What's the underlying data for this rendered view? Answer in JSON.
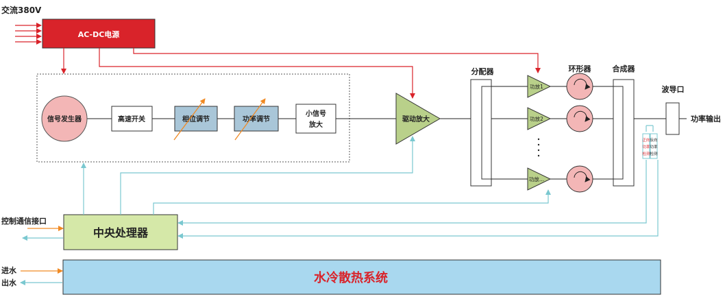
{
  "input": {
    "ac_label": "交流380V",
    "psu_label": "AC-DC电源",
    "comm_label": "控制通信接口",
    "water_in": "进水",
    "water_out": "出水"
  },
  "chain": {
    "signal_generator": "信号发生器",
    "high_speed_switch": "高速开关",
    "phase_adjust": "相位调节",
    "power_adjust": "功率调节",
    "small_signal_amp_line1": "小信号",
    "small_signal_amp_line2": "放大",
    "driver_amp": "驱动放大"
  },
  "rf": {
    "splitter": "分配器",
    "circulator": "环形器",
    "combiner": "合成器",
    "waveguide": "波导口",
    "power_output": "功率输出",
    "pa1": "功放1",
    "pa2": "功放2",
    "pan": "功放..."
  },
  "coupler": {
    "forward": [
      "正向",
      "功率",
      "检测"
    ],
    "reverse": [
      "反向",
      "功率",
      "检测"
    ]
  },
  "control": {
    "cpu": "中央处理器",
    "cooling": "水冷散热系统"
  },
  "colors": {
    "power_line": "#d9232a",
    "signal_line": "#7ac8d0",
    "input_arrow": "#f08a24",
    "psu_fill": "#d9232a",
    "cpu_fill": "#d5e8a8",
    "cooling_fill": "#a9d8ef",
    "amp_fill": "#b9d08a",
    "circle_fill": "#f3b6b6",
    "adjust_fill": "#a9c6d8"
  }
}
